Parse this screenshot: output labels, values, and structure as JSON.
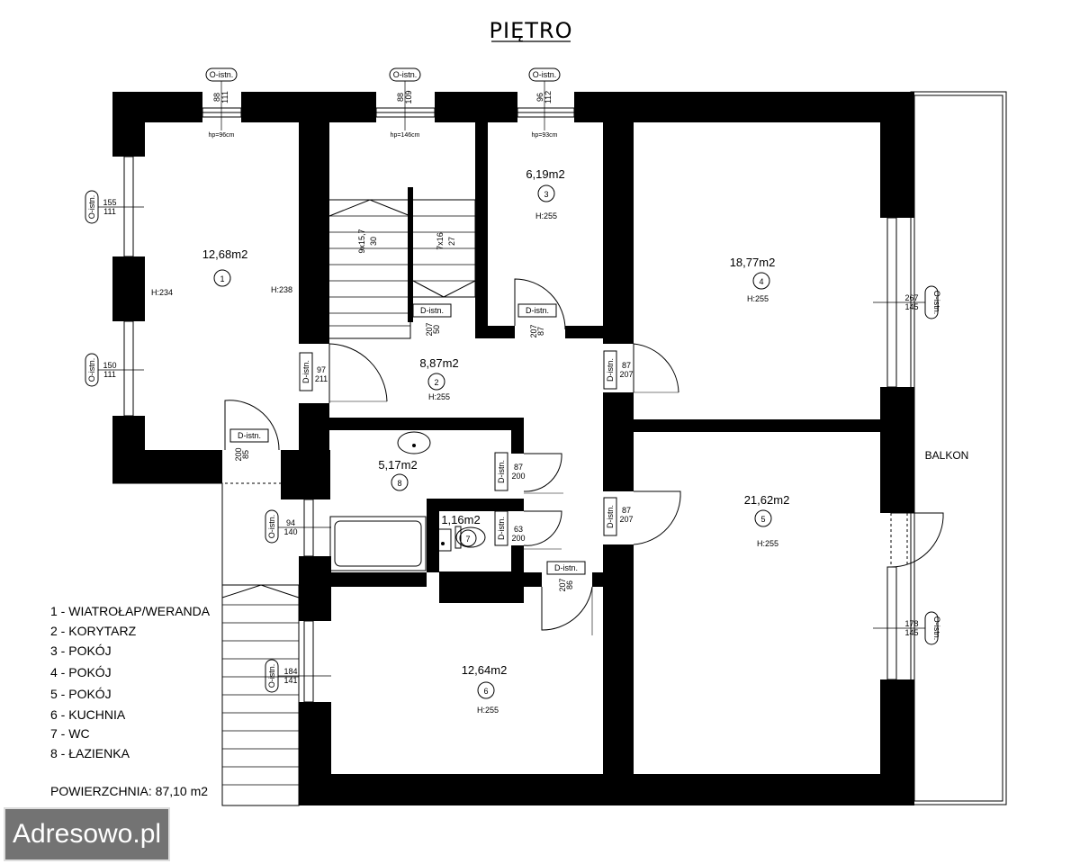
{
  "title": "PIĘTRO",
  "rooms": [
    {
      "id": "1",
      "area": "12,68m2",
      "height": "H:234",
      "height2": "H:238"
    },
    {
      "id": "2",
      "area": "8,87m2",
      "height": "H:255"
    },
    {
      "id": "3",
      "area": "6,19m2",
      "height": "H:255"
    },
    {
      "id": "4",
      "area": "18,77m2",
      "height": "H:255"
    },
    {
      "id": "5",
      "area": "21,62m2",
      "height": "H:255"
    },
    {
      "id": "6",
      "area": "12,64m2",
      "height": "H:255"
    },
    {
      "id": "7",
      "area": "1,16m2"
    },
    {
      "id": "8",
      "area": "5,17m2"
    }
  ],
  "legend": [
    "1 - WIATROŁAP/WERANDA",
    "2 - KORYTARZ",
    "3 - POKÓJ",
    "4 - POKÓJ",
    "5 - POKÓJ",
    "6 - KUCHNIA",
    "7 - WC",
    "8 - ŁAZIENKA"
  ],
  "total_area": "POWIERZCHNIA: 87,10 m2",
  "balcony_label": "BALKON",
  "stairs": {
    "upper_a": "9x15,7",
    "upper_a2": "30",
    "upper_b": "7x16",
    "upper_b2": "27"
  },
  "opening_tag": "D-istn.",
  "window_tag": "O-istn.",
  "windows_top": [
    {
      "w": "88",
      "h": "111",
      "hp": "hp=96cm"
    },
    {
      "w": "88",
      "h": "109",
      "hp": "hp=146cm"
    },
    {
      "w": "96",
      "h": "112",
      "hp": "hp=93cm"
    }
  ],
  "windows_side": [
    {
      "w": "155",
      "h": "111"
    },
    {
      "w": "150",
      "h": "111"
    },
    {
      "w": "94",
      "h": "140"
    },
    {
      "w": "184",
      "h": "141"
    },
    {
      "w": "267",
      "h": "145"
    },
    {
      "w": "178",
      "h": "145"
    }
  ],
  "doors": [
    {
      "w": "97",
      "h": "211"
    },
    {
      "w": "85",
      "h": "200"
    },
    {
      "w": "50",
      "h": "207"
    },
    {
      "w": "87",
      "h": "207"
    },
    {
      "w": "87",
      "h": "207"
    },
    {
      "w": "87",
      "h": "200"
    },
    {
      "w": "63",
      "h": "200"
    },
    {
      "w": "87",
      "h": "207"
    },
    {
      "w": "86",
      "h": "207"
    }
  ],
  "watermark": "Adresowo.pl"
}
